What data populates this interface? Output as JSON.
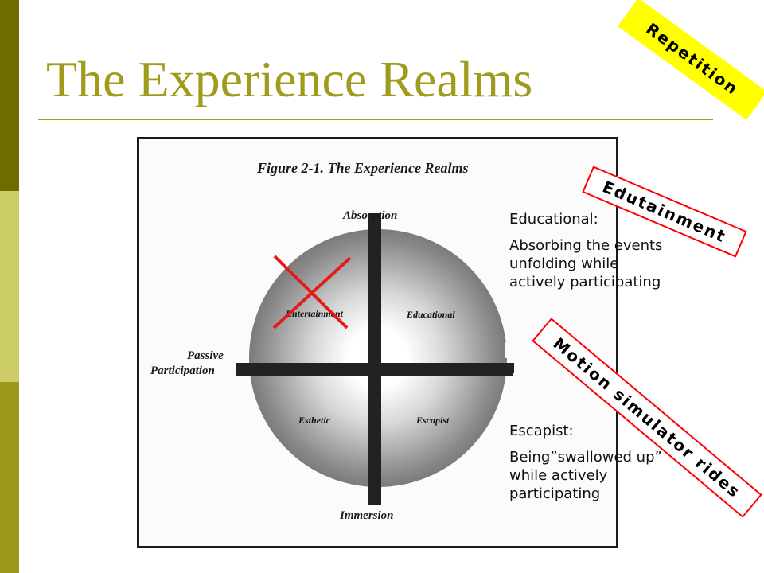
{
  "slide": {
    "title": "The Experience Realms",
    "colors": {
      "title": "#a09b1d",
      "sidebar_dark": "#6e6c00",
      "sidebar_light": "#cccc66",
      "sidebar_mid": "#9c9a19",
      "rule": "#a09b1d",
      "cross": "#e31b1b",
      "banner_yellow": "#ffff00",
      "banner_border": "#ff0000"
    }
  },
  "figure": {
    "title": "Figure 2-1. The Experience Realms",
    "axis": {
      "top": "Absorption",
      "bottom": "Immersion",
      "left_line1": "Passive",
      "left_line2": "Participation"
    },
    "quadrants": {
      "top_left": "Entertainment",
      "top_right": "Educational",
      "bottom_left": "Esthetic",
      "bottom_right": "Escapist"
    }
  },
  "notes": {
    "educational": {
      "heading": "Educational:",
      "body": "Absorbing the events unfolding while actively participating"
    },
    "escapist": {
      "heading": "Escapist:",
      "body": "Being”swallowed up” while actively participating"
    }
  },
  "banners": {
    "repetition": "Repetition",
    "edutainment": "Edutainment",
    "motion": "Motion simulator rides"
  }
}
